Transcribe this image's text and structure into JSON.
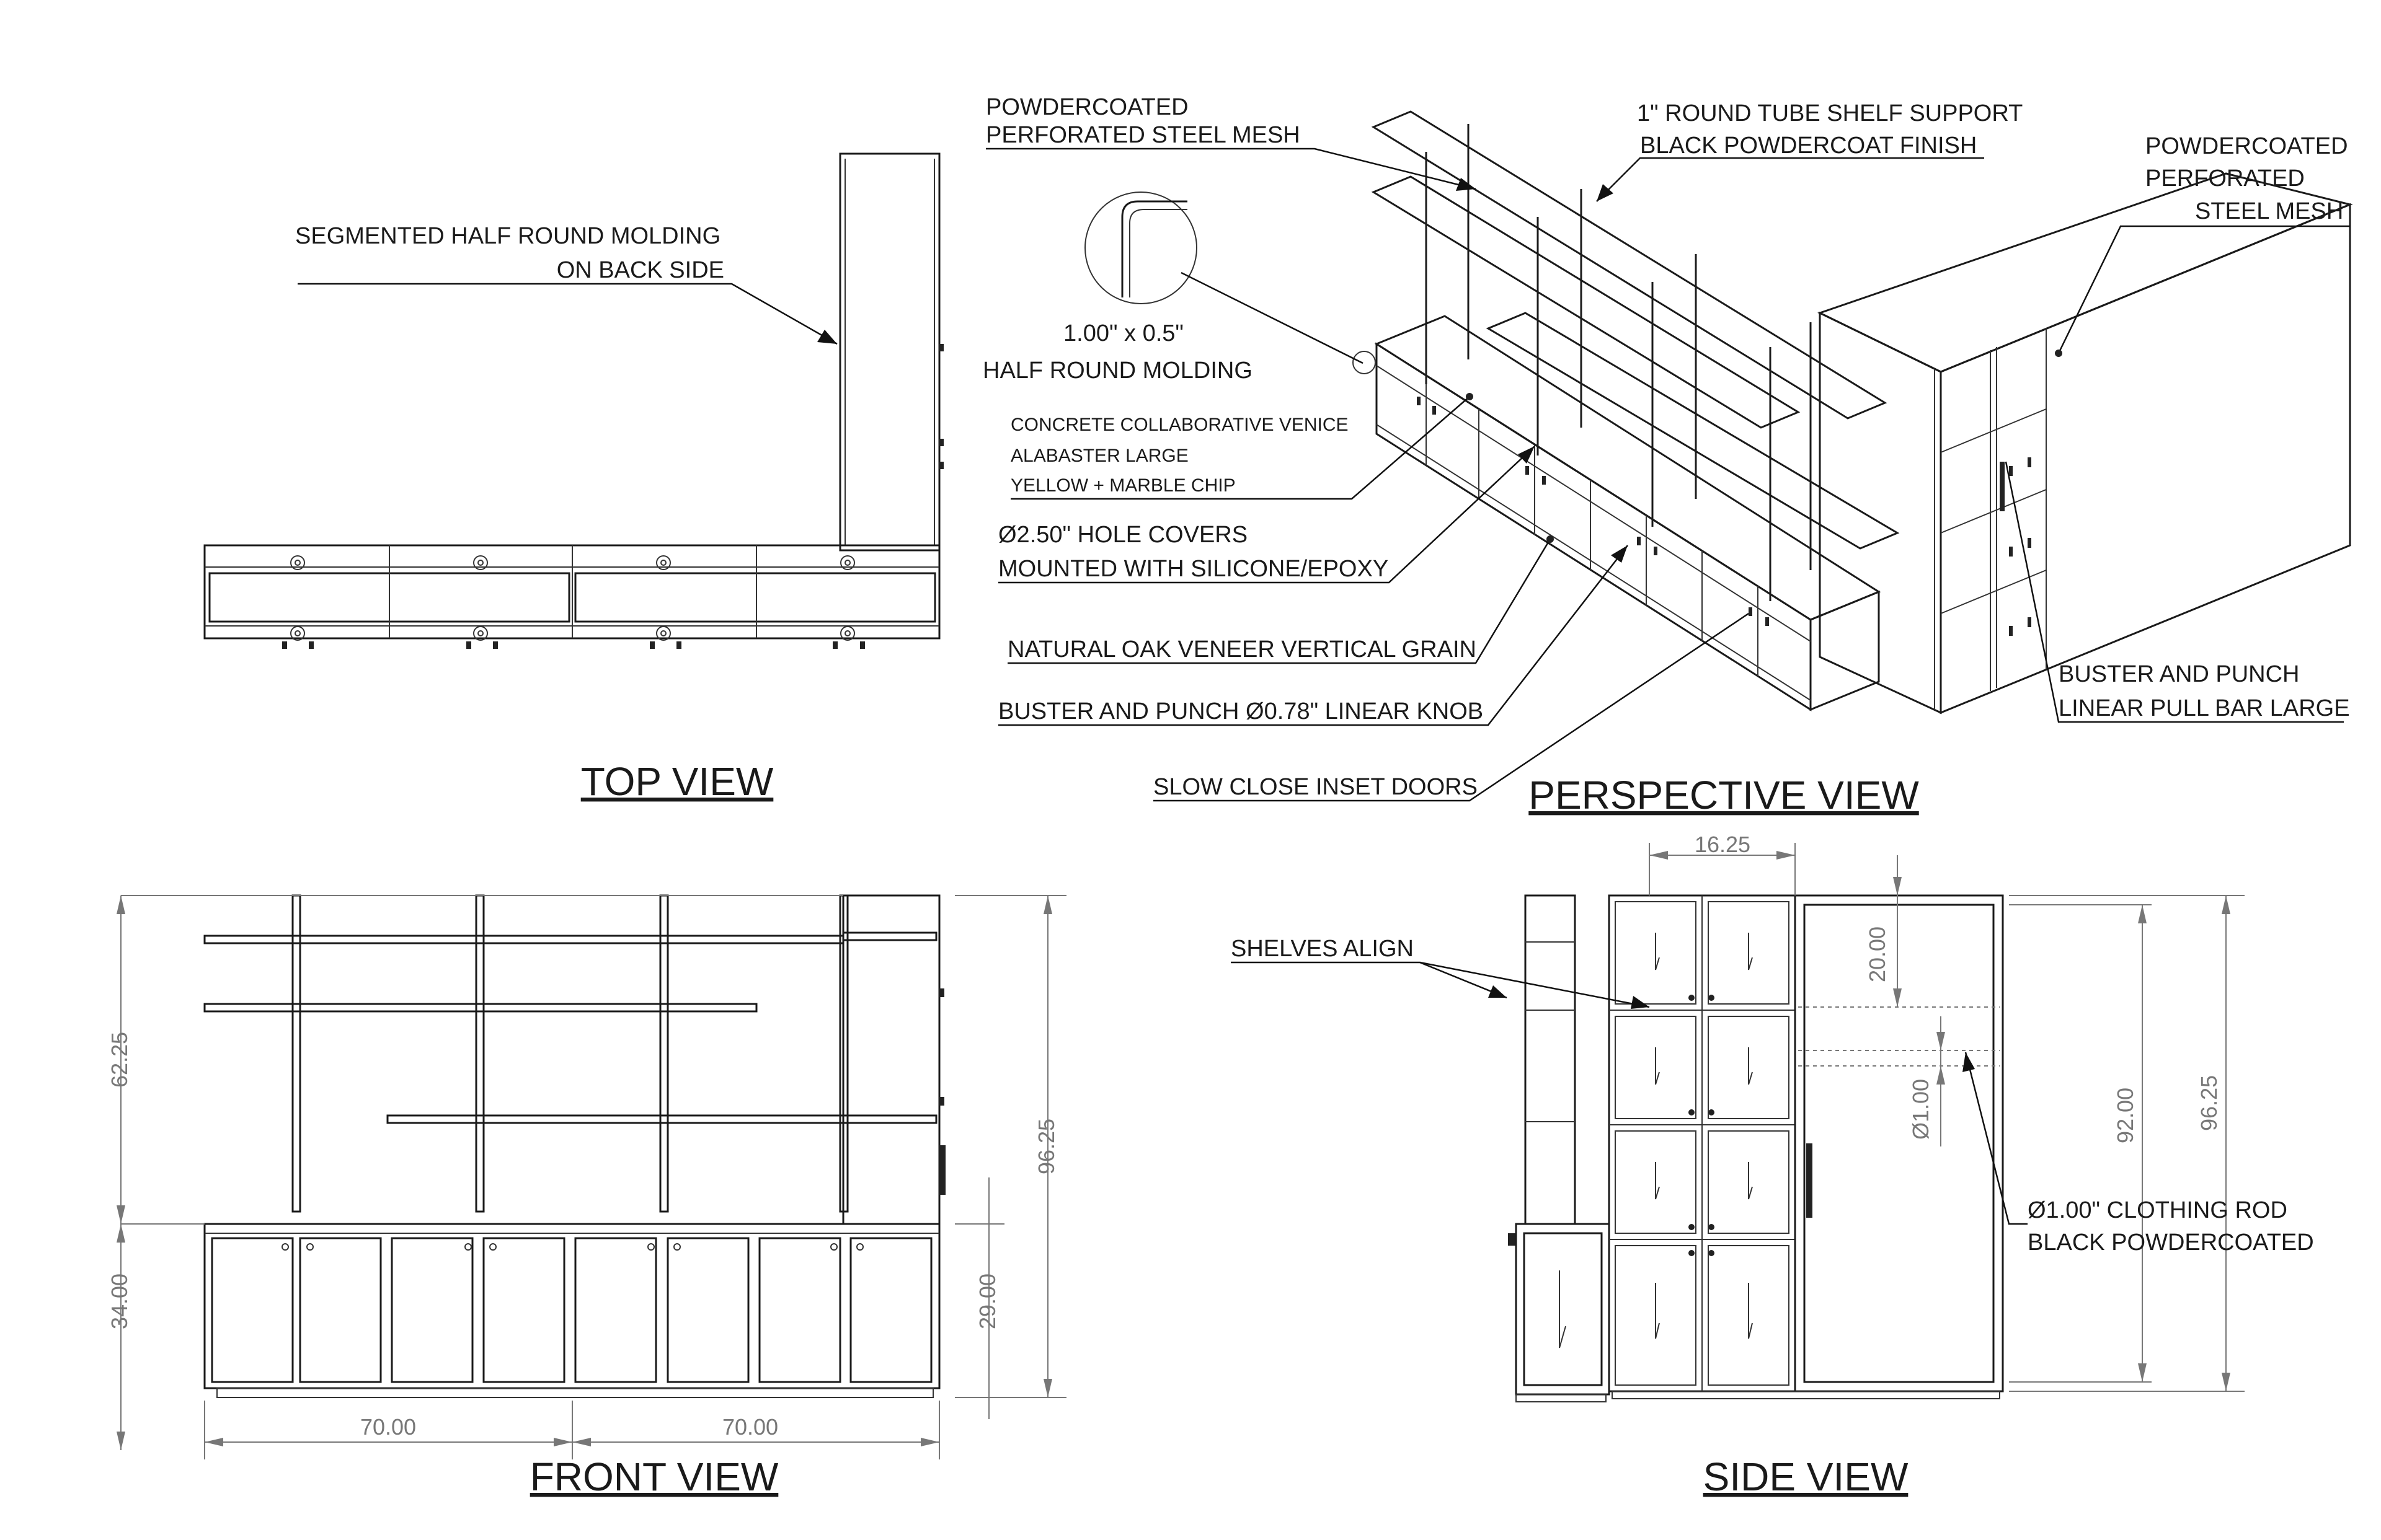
{
  "views": {
    "top": "TOP VIEW",
    "perspective": "PERSPECTIVE VIEW",
    "front": "FRONT VIEW",
    "side": "SIDE VIEW"
  },
  "callouts": {
    "molding_back_1": "SEGMENTED HALF ROUND MOLDING",
    "molding_back_2": "ON BACK SIDE",
    "mesh_1": "POWDERCOATED",
    "mesh_2": "PERFORATED STEEL MESH",
    "tube_1": "1\" ROUND TUBE SHELF SUPPORT",
    "tube_2": "BLACK POWDERCOAT FINISH",
    "mesh_r1": "POWDERCOATED",
    "mesh_r2": "PERFORATED",
    "mesh_r3": "STEEL MESH",
    "half_round_1": "1.00\" x 0.5\"",
    "half_round_2": "HALF ROUND MOLDING",
    "concrete_1": "CONCRETE COLLABORATIVE VENICE",
    "concrete_2": "ALABASTER LARGE",
    "concrete_3": "YELLOW + MARBLE CHIP",
    "hole_1": "Ø2.50\" HOLE COVERS",
    "hole_2": "MOUNTED WITH SILICONE/EPOXY",
    "oak": "NATURAL OAK VENEER VERTICAL GRAIN",
    "knob": "BUSTER AND PUNCH Ø0.78\" LINEAR KNOB",
    "doors": "SLOW CLOSE INSET DOORS",
    "pull_1": "BUSTER AND PUNCH",
    "pull_2": "LINEAR PULL BAR LARGE",
    "shelves": "SHELVES ALIGN",
    "rod_1": "Ø1.00\" CLOTHING ROD",
    "rod_2": "BLACK POWDERCOATED"
  },
  "dimensions": {
    "front_upper": "62.25",
    "front_lower": "34.00",
    "front_total": "96.25",
    "front_side": "29.00",
    "front_width_left": "70.00",
    "front_width_right": "70.00",
    "side_depth": "16.25",
    "side_top": "20.00",
    "side_rod": "Ø1.00",
    "side_inner": "92.00",
    "side_total": "96.25"
  }
}
